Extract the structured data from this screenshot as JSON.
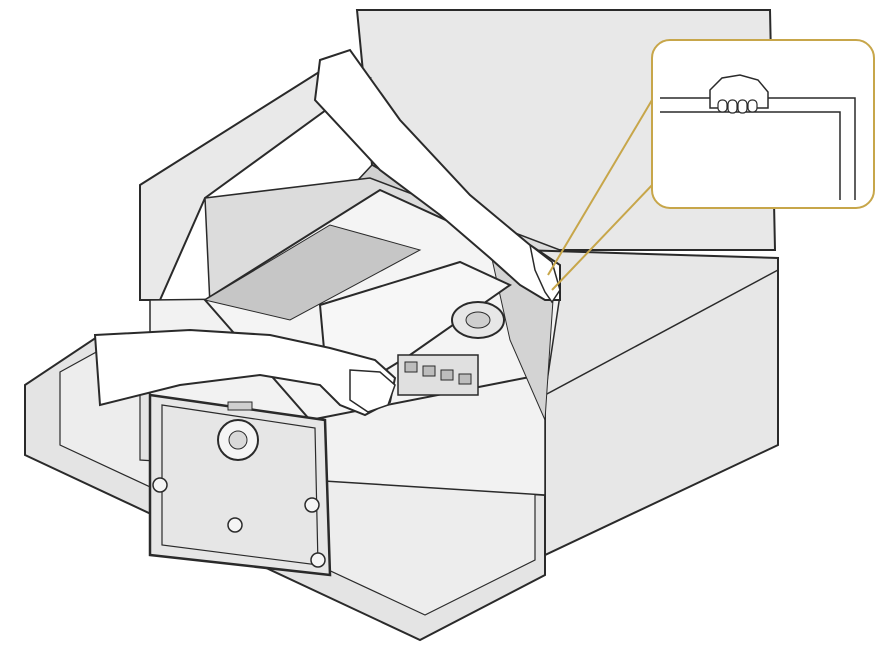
{
  "diagram": {
    "colors": {
      "line": "#2a2a2a",
      "box_face": "#e6e6e6",
      "box_side": "#d7d7d7",
      "box_inner": "#f1f1f1",
      "shadow_face": "#c9c9c9",
      "callout_border": "#c7a64a",
      "white": "#ffffff"
    },
    "components": {
      "box": "shipping-box",
      "monitor": "monitor-in-box",
      "stand": "stand-base",
      "hands": [
        "left-hand",
        "right-hand"
      ],
      "callout": "callout-inset",
      "callout_hand": "hand-grip-icon"
    }
  }
}
